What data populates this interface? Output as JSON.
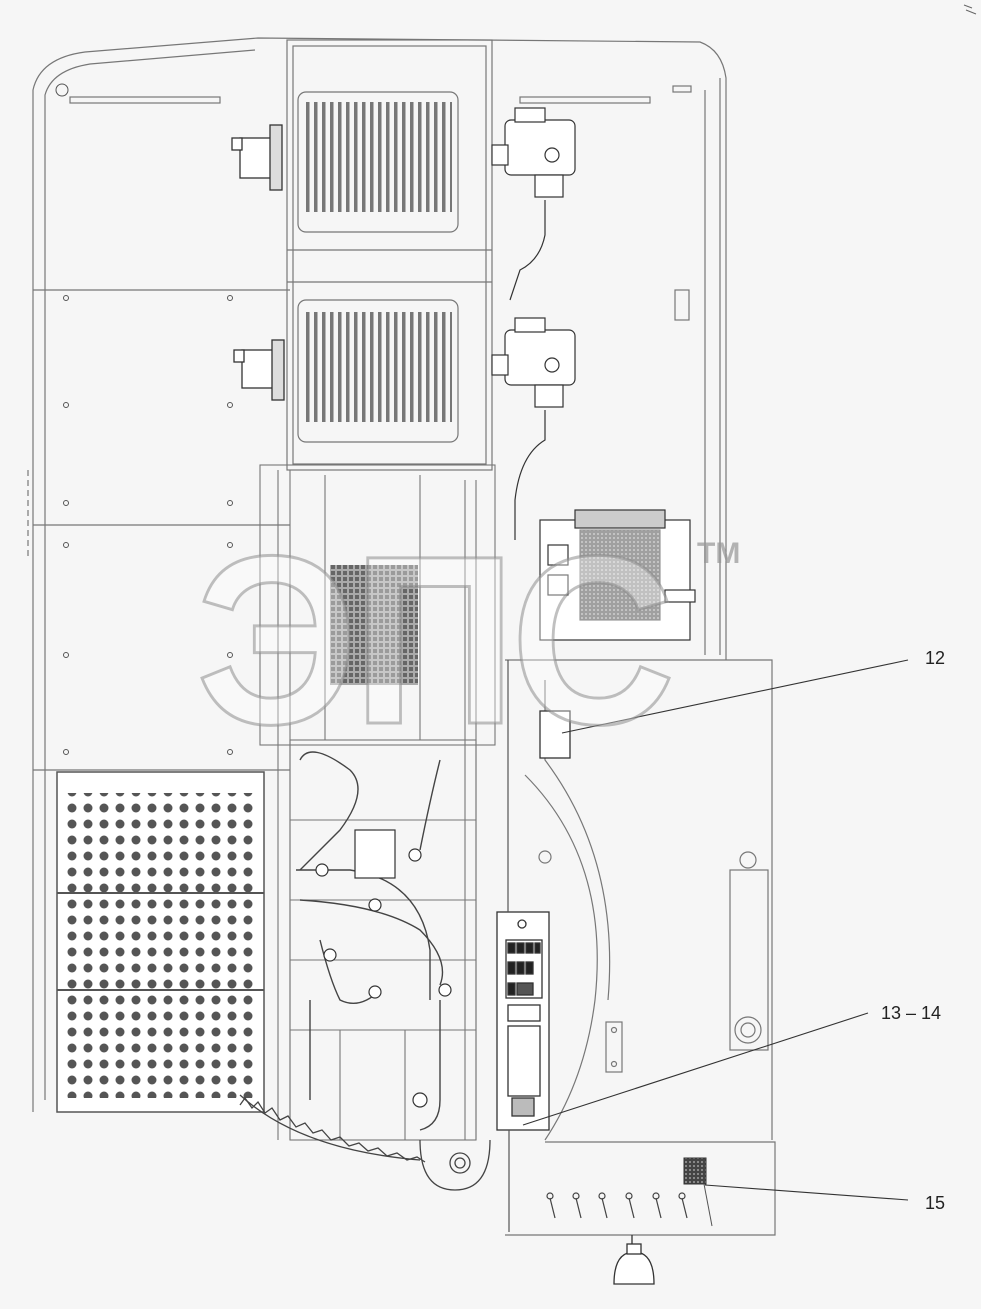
{
  "diagram": {
    "callouts": [
      {
        "id": "c12",
        "label": "12"
      },
      {
        "id": "c1314",
        "label": "13 – 14"
      },
      {
        "id": "c15",
        "label": "15"
      }
    ]
  },
  "watermark": {
    "text": "ЭПС",
    "mark": "TM"
  },
  "colors": {
    "line": "#4a4a4a",
    "faint": "#9a9a9a",
    "background": "#f6f6f6"
  }
}
